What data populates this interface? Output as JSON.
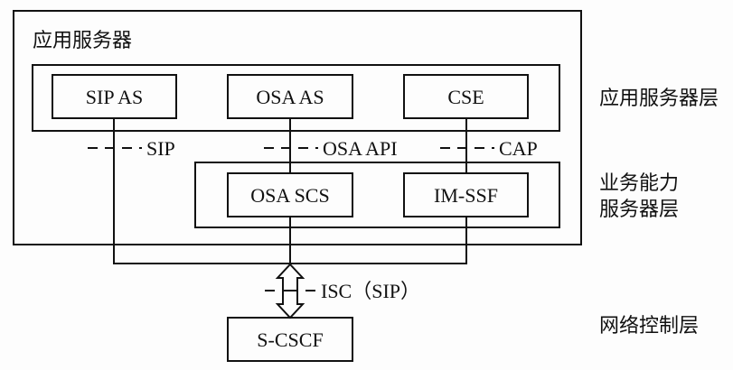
{
  "diagram": {
    "app_server": {
      "title": "应用服务器"
    },
    "layers": {
      "app_server_layer": "应用服务器层",
      "scs_layer_line1": "业务能力",
      "scs_layer_line2": "服务器层",
      "network_control_layer": "网络控制层"
    },
    "nodes": {
      "sip_as": "SIP AS",
      "osa_as": "OSA AS",
      "cse": "CSE",
      "osa_scs": "OSA SCS",
      "im_ssf": "IM-SSF",
      "s_cscf": "S-CSCF"
    },
    "interfaces": {
      "sip": "SIP",
      "osa_api": "OSA API",
      "cap": "CAP",
      "isc": "ISC（SIP）"
    },
    "edges": [
      {
        "from": "SIP AS",
        "to": "S-CSCF",
        "via": "SIP"
      },
      {
        "from": "OSA AS",
        "to": "OSA SCS",
        "via": "OSA API"
      },
      {
        "from": "CSE",
        "to": "IM-SSF",
        "via": "CAP"
      },
      {
        "from": "OSA SCS",
        "to": "S-CSCF",
        "via": "ISC（SIP）"
      },
      {
        "from": "IM-SSF",
        "to": "S-CSCF",
        "via": "ISC（SIP）"
      }
    ]
  }
}
